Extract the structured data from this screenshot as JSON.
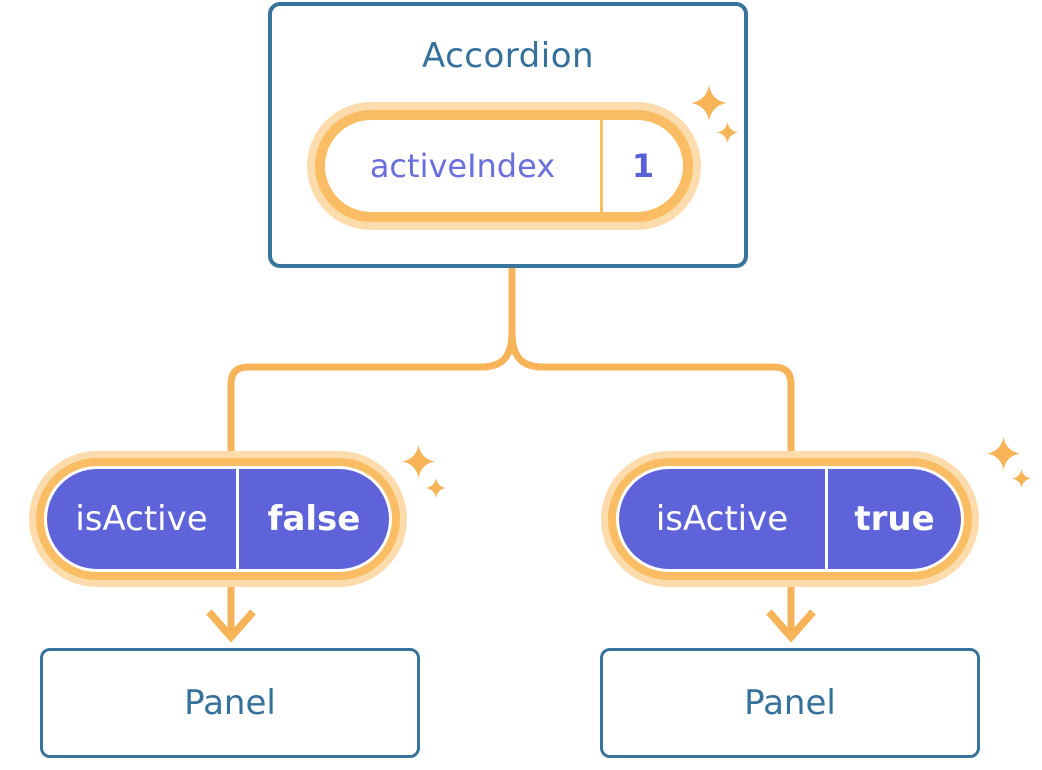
{
  "accordion": {
    "title": "Accordion",
    "state": {
      "label": "activeIndex",
      "value": "1"
    }
  },
  "children": [
    {
      "prop_label": "isActive",
      "prop_value": "false",
      "panel_title": "Panel"
    },
    {
      "prop_label": "isActive",
      "prop_value": "true",
      "panel_title": "Panel"
    }
  ],
  "icons": {
    "sparkle_large": "sparkle-icon",
    "sparkle_small": "sparkle-icon"
  },
  "colors": {
    "card_border_blue": "#38739B",
    "blue_text": "#35719B",
    "connector_orange": "#F6B357",
    "pill_border_orange": "#FABD64",
    "pill_glow": "#FCDCAC",
    "purple_fill": "#5E63D9",
    "purple_text": "#6A6FDC",
    "white": "#FFFFFF"
  }
}
